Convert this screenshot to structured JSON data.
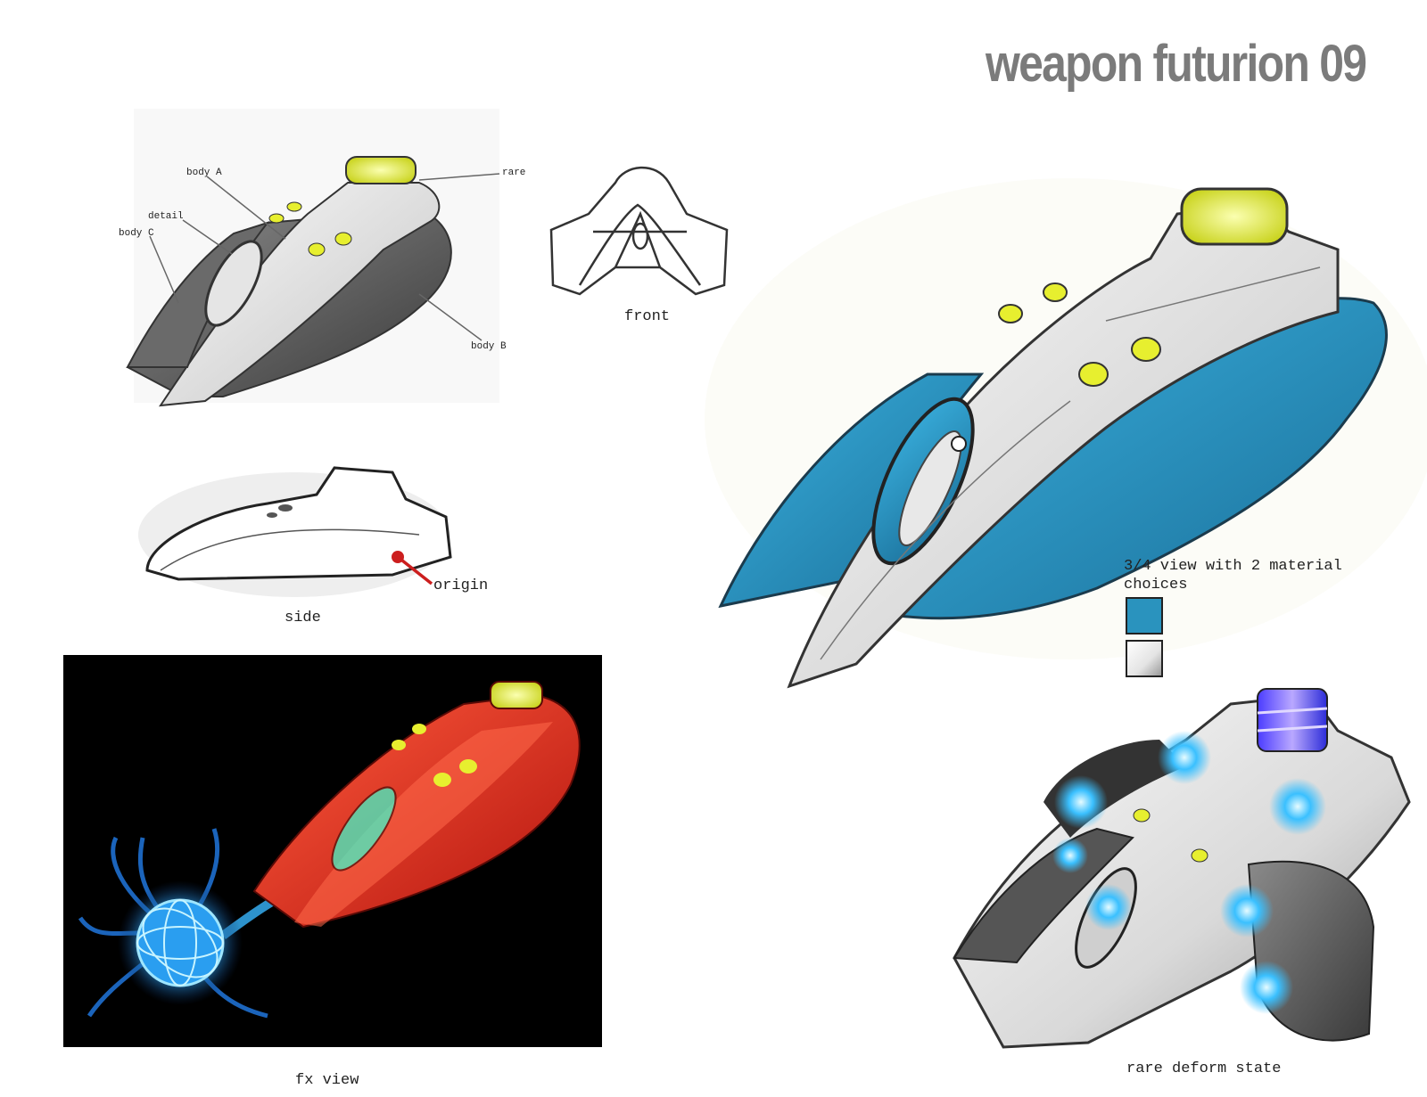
{
  "title": "weapon futurion 09",
  "captions": {
    "front": "front",
    "side": "side",
    "fx_view": "fx view",
    "rare_deform": "rare deform state",
    "three_quarter": "3/4 view with 2 material choices"
  },
  "callouts": {
    "body_a": "body A",
    "detail": "detail",
    "body_c": "body C",
    "rare": "rare",
    "body_b": "body B",
    "origin": "origin"
  },
  "material_choices": [
    {
      "name": "blue",
      "color": "#2a93be"
    },
    {
      "name": "white",
      "color": "#e4e4e4"
    }
  ],
  "colors": {
    "title": "#7b7b7b",
    "canopy_yellow": "#e7ef2f",
    "origin_marker": "#cc1e1e",
    "fx_red": "#d8261a",
    "fx_glow": "#38b6ff"
  }
}
